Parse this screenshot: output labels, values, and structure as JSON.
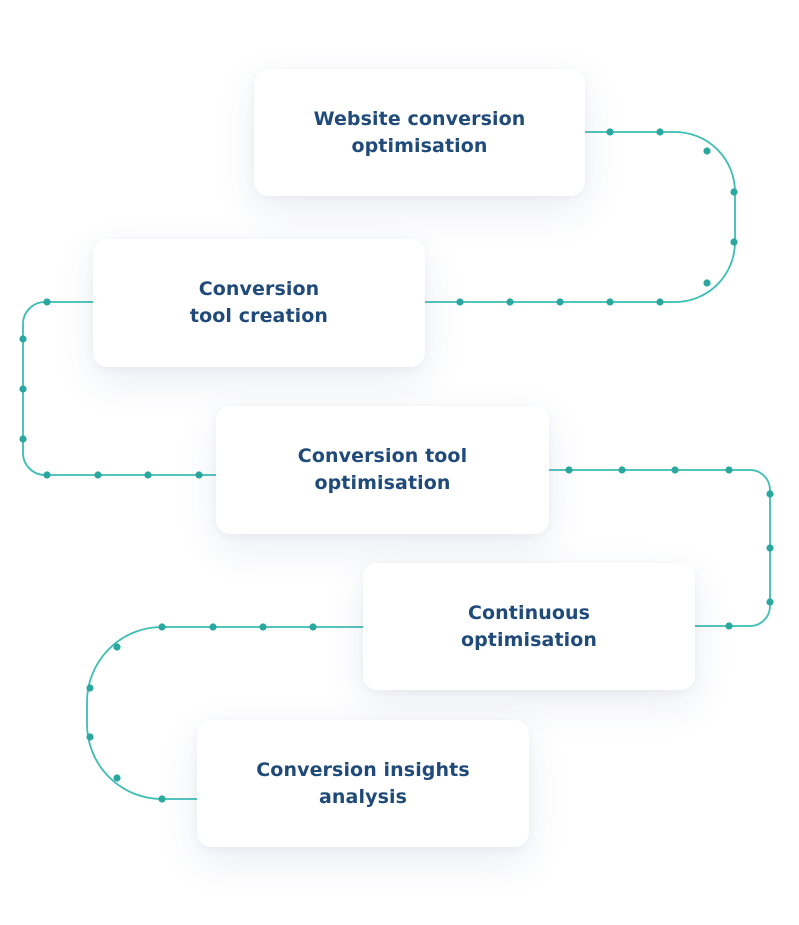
{
  "diagram": {
    "steps": [
      {
        "id": "website-conversion-optimisation",
        "label": "Website conversion\noptimisation"
      },
      {
        "id": "conversion-tool-creation",
        "label": "Conversion\ntool creation"
      },
      {
        "id": "conversion-tool-optimisation",
        "label": "Conversion tool\noptimisation"
      },
      {
        "id": "continuous-optimisation",
        "label": "Continuous\noptimisation"
      },
      {
        "id": "conversion-insights-analysis",
        "label": "Conversion insights\nanalysis"
      }
    ],
    "colors": {
      "label_text": "#1f4a7a",
      "connector_line": "#3dbdb4",
      "connector_dot": "#2aa8a0",
      "card_background": "#ffffff"
    }
  }
}
